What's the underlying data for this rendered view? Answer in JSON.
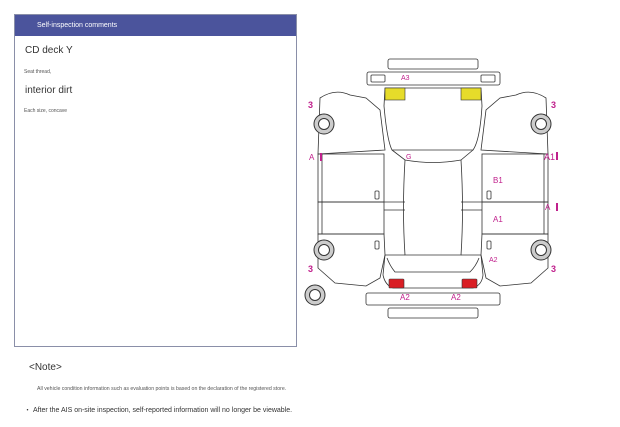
{
  "panel": {
    "header": "Self-inspection comments",
    "items": [
      {
        "title": "CD deck Y",
        "detail": "Seat thread,"
      },
      {
        "title": "interior dirt",
        "detail": "Each size, concave"
      }
    ]
  },
  "diagram": {
    "marks": {
      "a3_top": "A3",
      "g_hood": "G",
      "a_left": "A",
      "a1_right": "A1",
      "b1": "B1",
      "a_right": "A",
      "a1_rear": "A1",
      "a2_right": "A2",
      "a2_rear_left": "A2",
      "a2_rear_right": "A2",
      "three_tl": "3",
      "three_tr": "3",
      "three_bl": "3",
      "three_br": "3"
    },
    "colors": {
      "highlight_yellow": "#e6dc2a",
      "highlight_red": "#d91e24",
      "mark_magenta": "#c0208c",
      "outline": "#333333"
    }
  },
  "note": {
    "title": "<Note>",
    "line1": "All vehicle condition information such as evaluation points is based on the declaration of the registered store.",
    "line2": "・ After the AIS on-site inspection, self-reported information will no longer be viewable."
  }
}
